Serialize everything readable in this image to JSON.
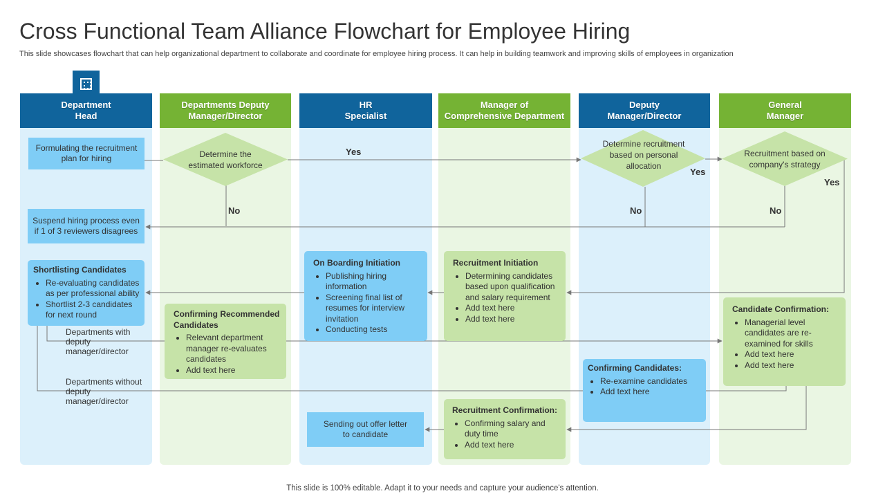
{
  "page": {
    "title": "Cross Functional Team Alliance Flowchart for Employee Hiring",
    "subtitle": "This slide showcases flowchart that can help organizational department to collaborate and coordinate for employee hiring process. It can help in building teamwork and improving skills of employees in organization",
    "footer": "This slide is 100% editable. Adapt it to your needs and capture your audience's attention."
  },
  "lanes": [
    {
      "label": "Department\nHead"
    },
    {
      "label": "Departments Deputy\nManager/Director"
    },
    {
      "label": "HR\nSpecialist"
    },
    {
      "label": "Manager of\nComprehensive Department"
    },
    {
      "label": "Deputy\nManager/Director"
    },
    {
      "label": "General\nManager"
    }
  ],
  "colors": {
    "blue_header": "#10649c",
    "green_header": "#75b334",
    "blue_lane": "#dcf0fb",
    "green_lane": "#eaf6e3",
    "blue_box": "#7fcdf6",
    "green_box": "#c6e3a8",
    "connector": "#777777"
  },
  "nodes": {
    "formulating": "Formulating the recruitment plan for hiring",
    "determine_workforce": "Determine the estimated workforce",
    "determine_allocation": "Determine recruitment based on personal allocation",
    "strategy": "Recruitment based on company's strategy",
    "suspend": "Suspend hiring process even if 1 of 3 reviewers disagrees",
    "shortlisting": {
      "title": "Shortlisting Candidates",
      "items": [
        "Re-evaluating candidates as per professional ability",
        "Shortlist 2-3 candidates for next round"
      ]
    },
    "onboarding": {
      "title": "On Boarding Initiation",
      "items": [
        "Publishing hiring information",
        "Screening final list of resumes for interview invitation",
        "Conducting tests"
      ]
    },
    "recruitment_initiation": {
      "title": "Recruitment Initiation",
      "items": [
        "Determining candidates based upon qualification and salary requirement",
        "Add text here",
        "Add text here"
      ]
    },
    "confirming_recommended": {
      "title": "Confirming Recommended Candidates",
      "items": [
        "Relevant department manager re-evaluates candidates",
        "Add text here"
      ]
    },
    "candidate_confirmation": {
      "title": "Candidate Confirmation:",
      "items": [
        "Managerial level candidates are re-examined for skills",
        "Add text here",
        "Add text here"
      ]
    },
    "confirming_candidates": {
      "title": "Confirming Candidates:",
      "items": [
        "Re-examine candidates",
        "Add text here"
      ]
    },
    "recruitment_confirmation": {
      "title": "Recruitment Confirmation:",
      "items": [
        "Confirming salary and duty time",
        "Add text here"
      ]
    },
    "sending_offer": "Sending out offer letter to candidate"
  },
  "labels": {
    "yes": "Yes",
    "no": "No",
    "with_deputy": "Departments with deputy manager/director",
    "without_deputy": "Departments without deputy manager/director"
  },
  "icons": {
    "logo": "org-chart-icon"
  }
}
